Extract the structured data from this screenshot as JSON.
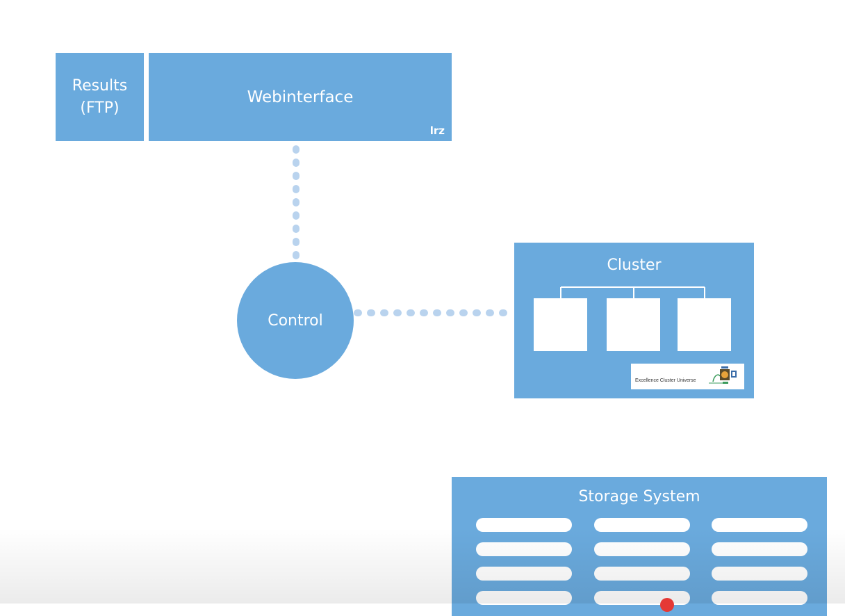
{
  "nodes": {
    "results": {
      "line1": "Results",
      "line2": "(FTP)"
    },
    "webinterface": {
      "label": "Webinterface",
      "logo": "lrz"
    },
    "control": {
      "label": "Control"
    },
    "cluster": {
      "label": "Cluster",
      "badge_text": "Excellence Cluster Universe"
    },
    "storage": {
      "label": "Storage System"
    }
  },
  "edges": [
    {
      "from": "webinterface",
      "to": "control",
      "style": "dotted"
    },
    {
      "from": "control",
      "to": "cluster",
      "style": "dotted"
    }
  ],
  "colors": {
    "box_fill": "#6aaadd",
    "connector": "#b9d3ee",
    "text": "#ffffff"
  }
}
